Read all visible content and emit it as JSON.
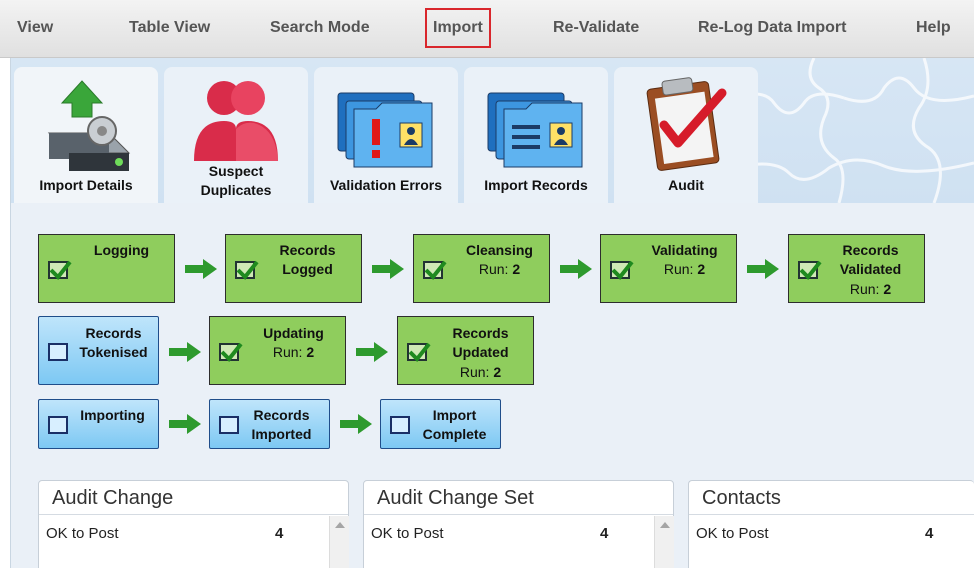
{
  "menu": {
    "items": [
      "View",
      "Table View",
      "Search Mode",
      "Import",
      "Re-Validate",
      "Re-Log Data Import",
      "Help"
    ],
    "active": "Import"
  },
  "tiles": [
    {
      "label": "Import Details",
      "icon": "server-upload-icon"
    },
    {
      "label": "Suspect Duplicates",
      "icon": "people-icon"
    },
    {
      "label": "Validation Errors",
      "icon": "folder-error-icon"
    },
    {
      "label": "Import Records",
      "icon": "folder-records-icon"
    },
    {
      "label": "Audit",
      "icon": "clipboard-check-icon"
    }
  ],
  "workflow": {
    "logging": {
      "title": "Logging",
      "checked": true
    },
    "records_logged": {
      "title": "Records Logged",
      "checked": true
    },
    "cleansing": {
      "title": "Cleansing",
      "run_label": "Run:",
      "run": "2",
      "checked": true
    },
    "validating": {
      "title": "Validating",
      "run_label": "Run:",
      "run": "2",
      "checked": true
    },
    "records_validated": {
      "title": "Records Validated",
      "run_label": "Run:",
      "run": "2",
      "checked": true
    },
    "records_tokenised": {
      "title": "Records Tokenised",
      "checked": false
    },
    "updating": {
      "title": "Updating",
      "run_label": "Run:",
      "run": "2",
      "checked": true
    },
    "records_updated": {
      "title": "Records Updated",
      "run_label": "Run:",
      "run": "2",
      "checked": true
    },
    "importing": {
      "title": "Importing",
      "checked": false
    },
    "records_imported": {
      "title": "Records Imported",
      "checked": false
    },
    "import_complete": {
      "title": "Import Complete",
      "checked": false
    }
  },
  "panels": [
    {
      "title": "Audit Change",
      "row_label": "OK to Post",
      "row_value": "4"
    },
    {
      "title": "Audit Change Set",
      "row_label": "OK to Post",
      "row_value": "4"
    },
    {
      "title": "Contacts",
      "row_label": "OK to Post",
      "row_value": "4"
    }
  ],
  "colors": {
    "done": "#8fcd5d",
    "pending": "#7dc8f3",
    "arrow": "#2e9a2e",
    "active_outline": "#d9262c"
  }
}
